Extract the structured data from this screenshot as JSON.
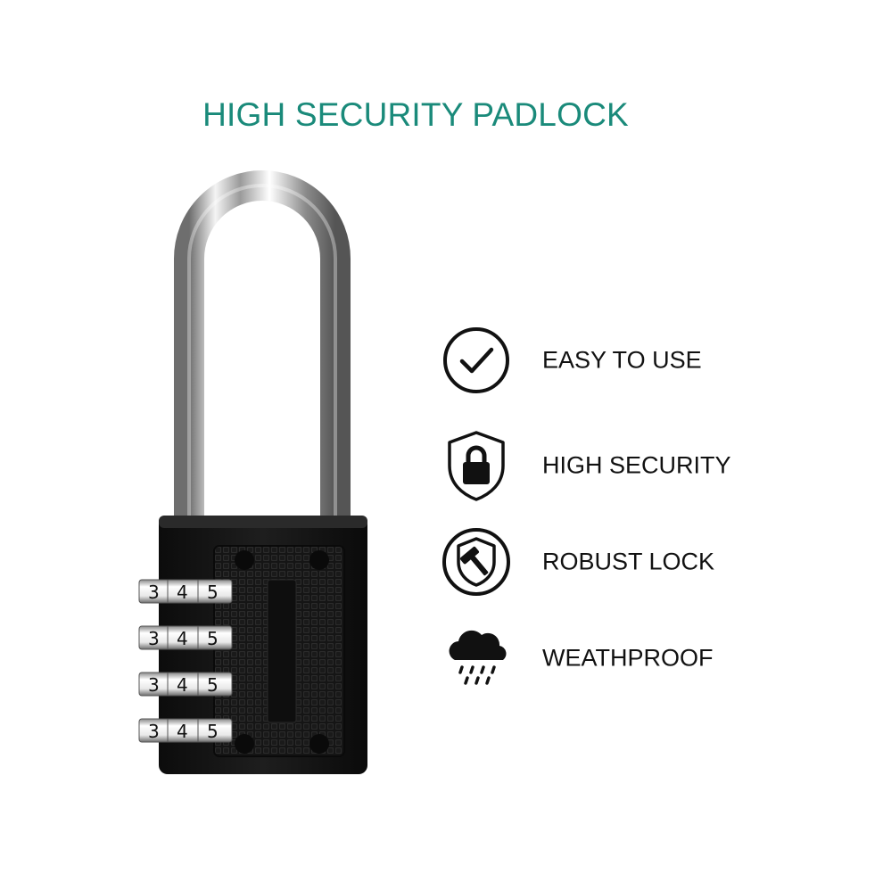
{
  "headline": "HIGH SECURITY PADLOCK",
  "accent_color": "#1a8a7a",
  "product": {
    "description_icon": "combination-padlock",
    "dial_rows": [
      {
        "digits": [
          "3",
          "4",
          "5"
        ]
      },
      {
        "digits": [
          "3",
          "4",
          "5"
        ]
      },
      {
        "digits": [
          "3",
          "4",
          "5"
        ]
      },
      {
        "digits": [
          "3",
          "4",
          "5"
        ]
      }
    ]
  },
  "features": [
    {
      "icon": "check-circle-icon",
      "label": "EASY TO USE"
    },
    {
      "icon": "shield-lock-icon",
      "label": "HIGH SECURITY"
    },
    {
      "icon": "shield-hammer-icon",
      "label": "ROBUST LOCK"
    },
    {
      "icon": "rain-cloud-icon",
      "label": "WEATHPROOF"
    }
  ]
}
